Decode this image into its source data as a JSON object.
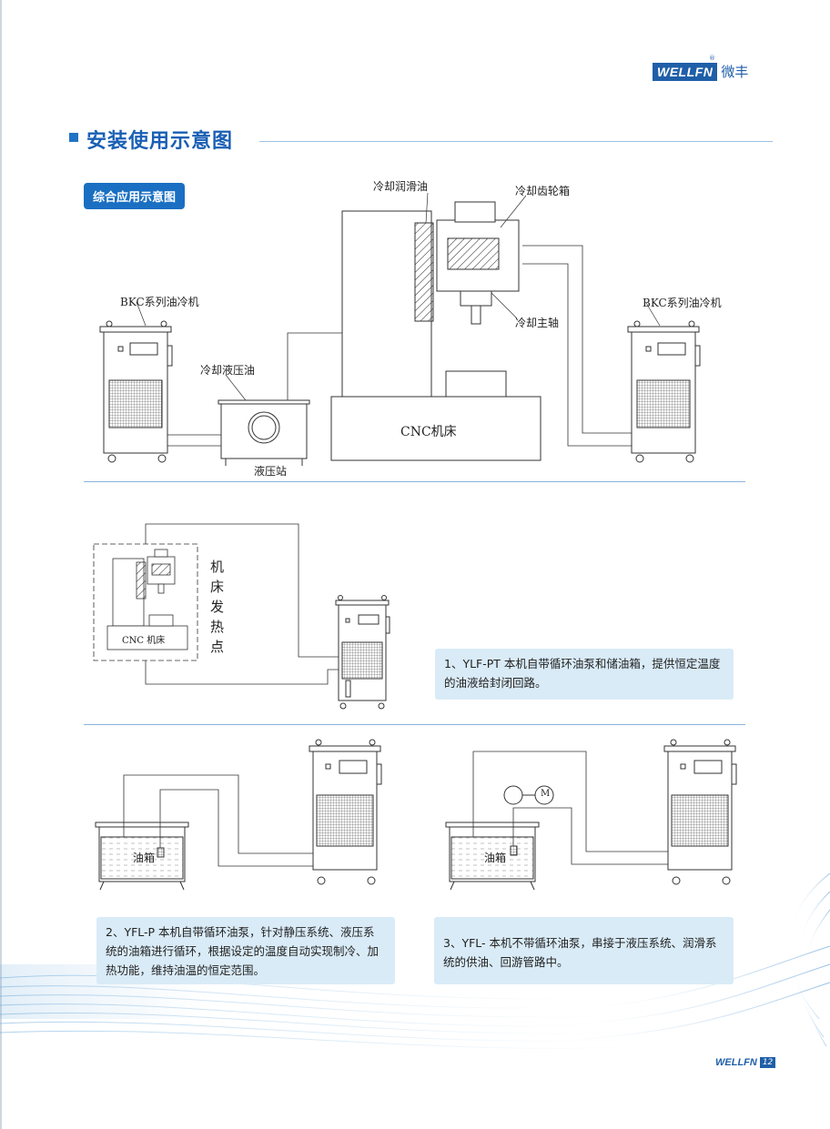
{
  "header": {
    "brand_en": "WELLFN",
    "brand_cn": "微丰",
    "reg_mark": "®"
  },
  "section": {
    "title": "安装使用示意图",
    "tag": "综合应用示意图"
  },
  "diagram1": {
    "cooling_lube": "冷却润滑油",
    "cooling_gearbox": "冷却齿轮箱",
    "cooling_spindle": "冷却主轴",
    "cooling_hydraulic": "冷却液压油",
    "hydraulic_station": "液压站",
    "cnc_machine": "CNC机床",
    "chiller_left": "BKC系列油冷机",
    "chiller_right": "BKC系列油冷机"
  },
  "diagram2": {
    "cnc_label": "CNC 机床",
    "heat_point": "机床发热点",
    "note": "1、YLF-PT 本机自带循环油泵和储油箱，提供恒定温度的油液给封闭回路。"
  },
  "diagram3": {
    "tank": "油箱",
    "note": "2、YFL-P 本机自带循环油泵，针对静压系统、液压系统的油箱进行循环，根据设定的温度自动实现制冷、加热功能，维持油温的恒定范围。"
  },
  "diagram4": {
    "tank": "油箱",
    "motor": "M",
    "note": "3、YFL- 本机不带循环油泵，串接于液压系统、润滑系统的供油、回游管路中。"
  },
  "footer": {
    "brand_en": "WELLFN",
    "page": "12"
  },
  "colors": {
    "accent": "#1a6fc2",
    "note_bg": "#d9ebf7",
    "rule": "#8ab4dc"
  }
}
